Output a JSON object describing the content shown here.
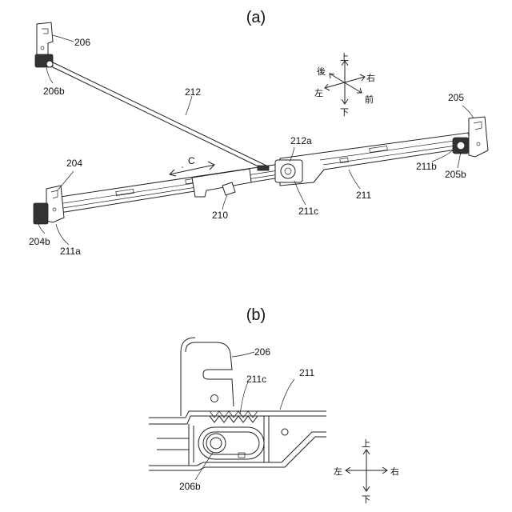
{
  "panel_a": {
    "label": "(a)",
    "refs": {
      "r206": "206",
      "r206b": "206b",
      "r212": "212",
      "r205": "205",
      "r212a": "212a",
      "r204": "204",
      "rC": "C",
      "r211b": "211b",
      "r205b": "205b",
      "r211": "211",
      "r211c": "211c",
      "r210": "210",
      "r204b": "204b",
      "r211a": "211a"
    },
    "compass": {
      "up": "上",
      "down": "下",
      "left": "左",
      "right": "右",
      "back": "後",
      "front": "前"
    }
  },
  "panel_b": {
    "label": "(b)",
    "refs": {
      "r206": "206",
      "r211c": "211c",
      "r211": "211",
      "r206b": "206b"
    },
    "compass": {
      "up": "上",
      "down": "下",
      "left": "左",
      "right": "右"
    }
  }
}
